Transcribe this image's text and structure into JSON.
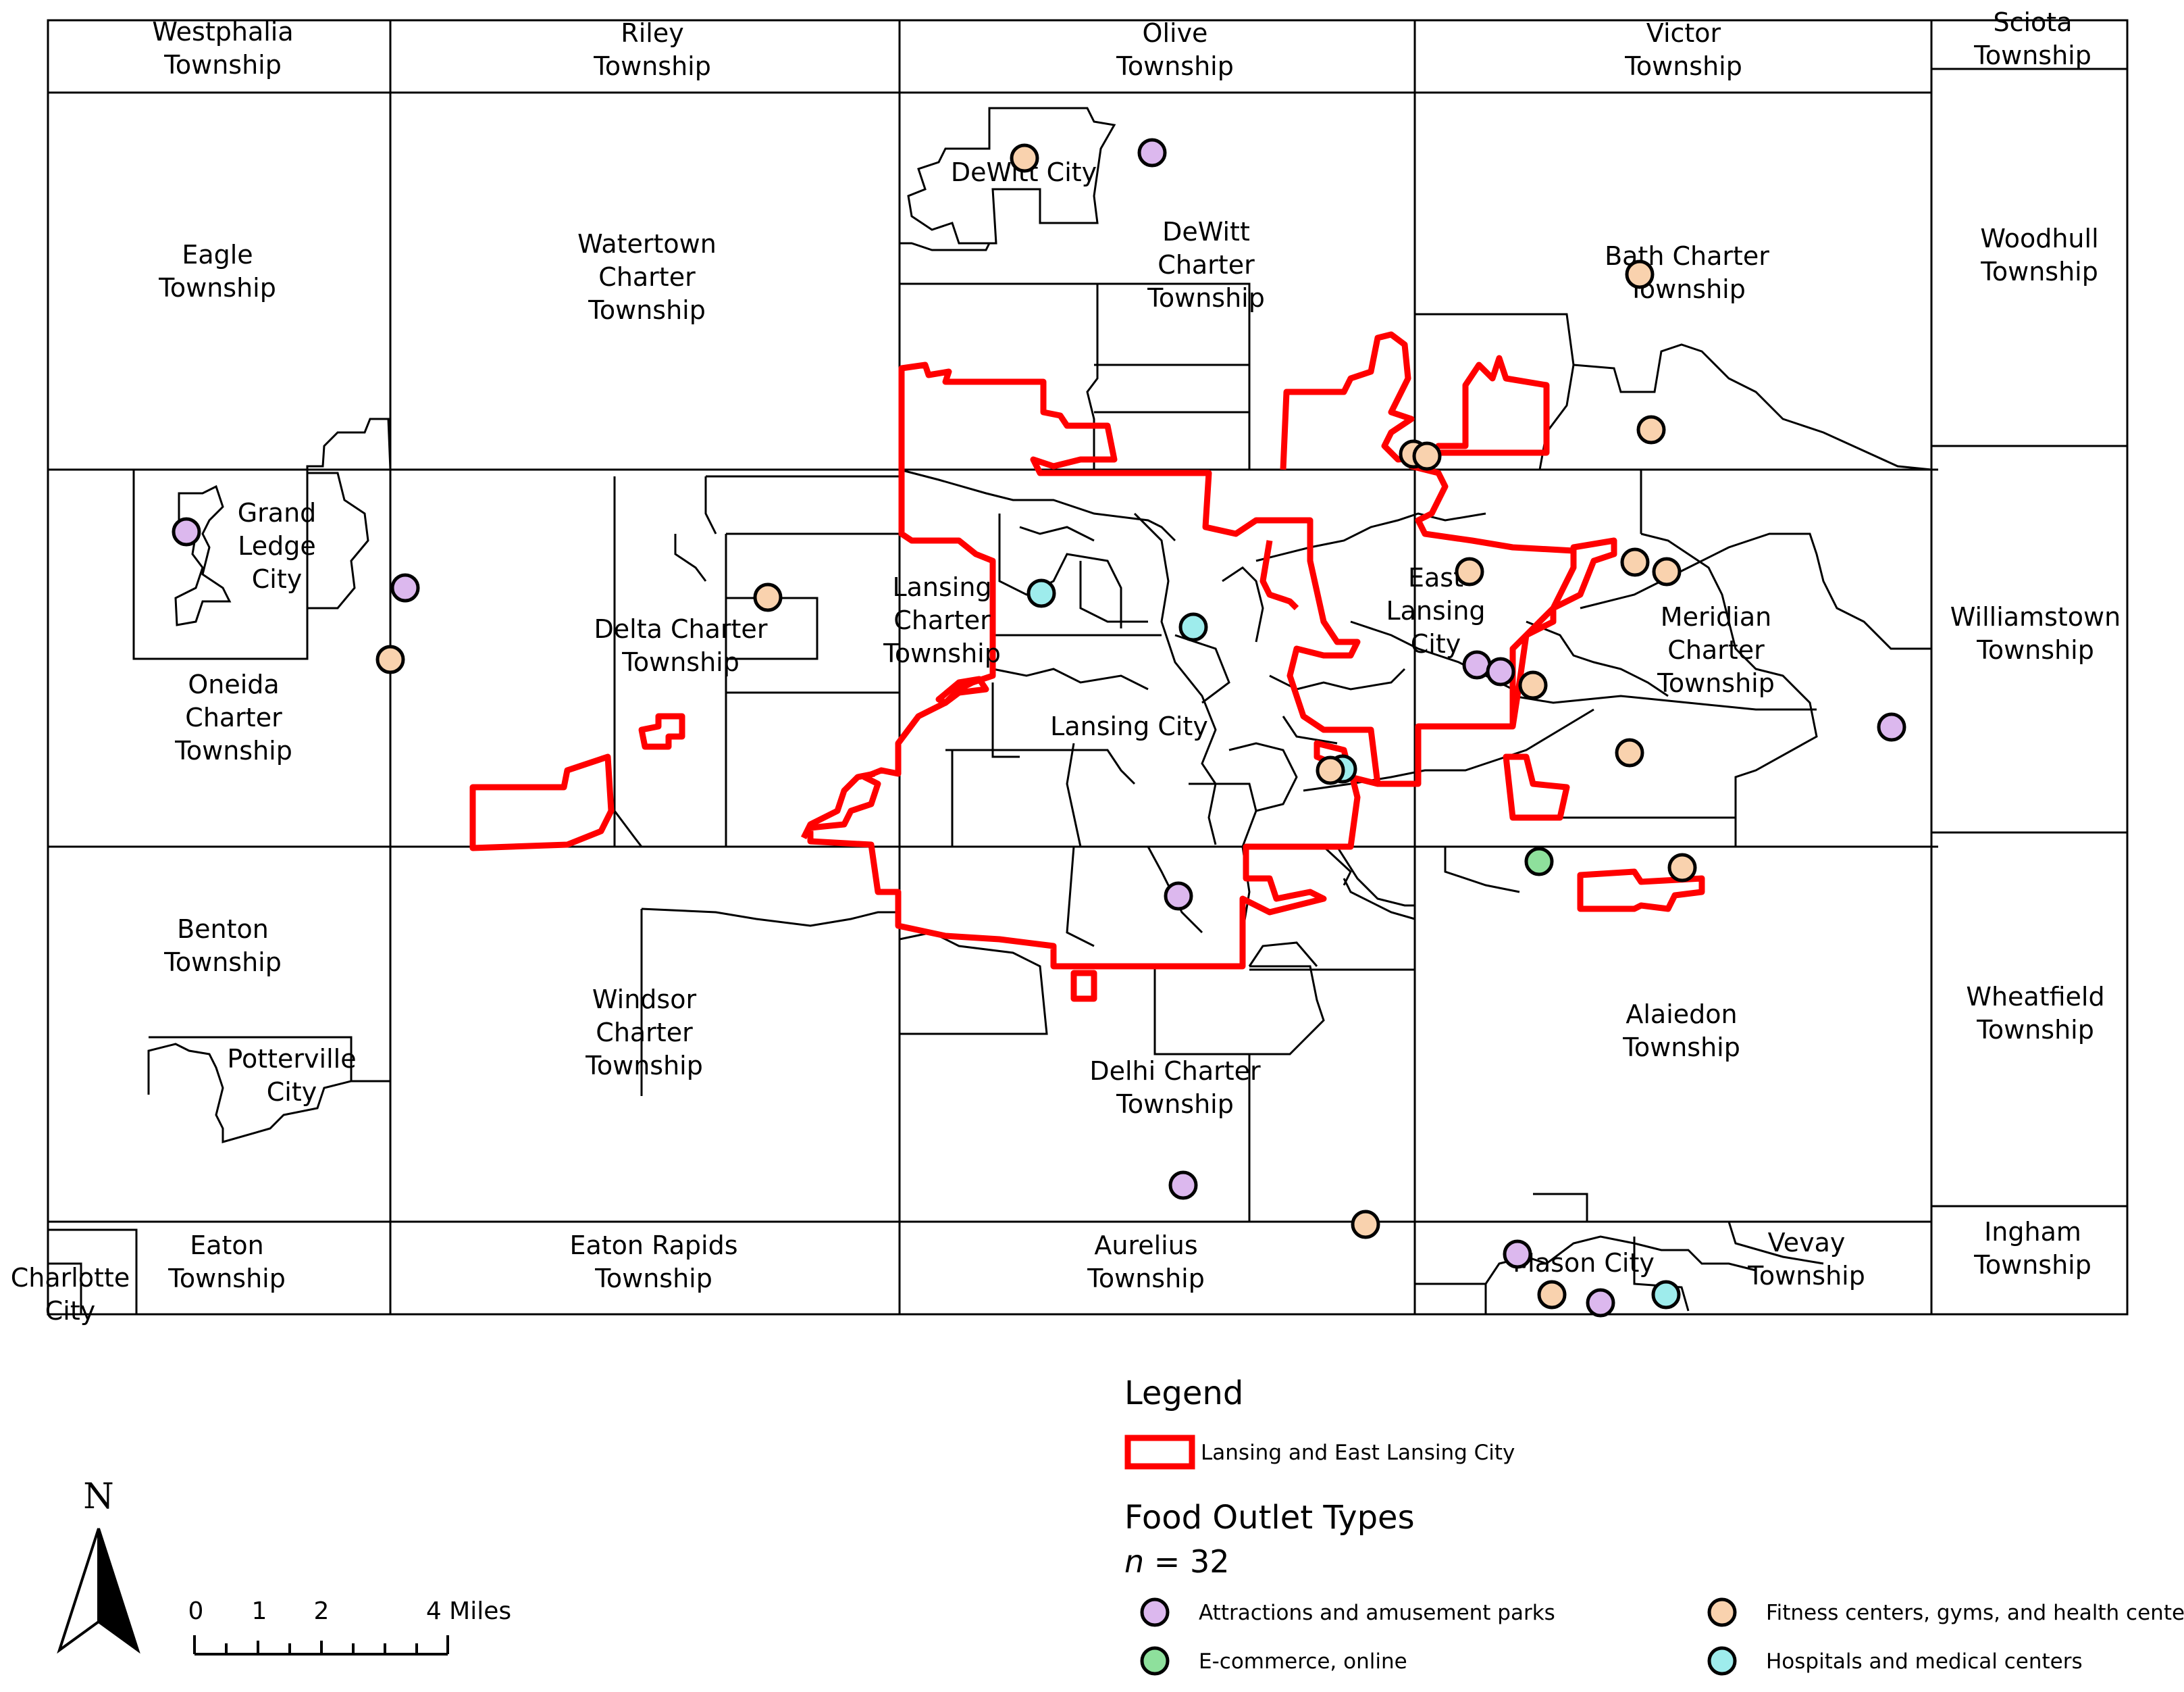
{
  "municipalities": [
    {
      "id": "westphalia",
      "lines": [
        "Westphalia",
        "Township"
      ]
    },
    {
      "id": "riley",
      "lines": [
        "Riley",
        "Township"
      ]
    },
    {
      "id": "olive",
      "lines": [
        "Olive",
        "Township"
      ]
    },
    {
      "id": "victor",
      "lines": [
        "Victor",
        "Township"
      ]
    },
    {
      "id": "sciota",
      "lines": [
        "Sciota",
        "Township"
      ]
    },
    {
      "id": "eagle",
      "lines": [
        "Eagle",
        "Township"
      ]
    },
    {
      "id": "watertown",
      "lines": [
        "Watertown",
        "Charter",
        "Township"
      ]
    },
    {
      "id": "dewitt-city",
      "lines": [
        "DeWitt City"
      ]
    },
    {
      "id": "dewitt-charter",
      "lines": [
        "DeWitt",
        "Charter",
        "Township"
      ]
    },
    {
      "id": "bath",
      "lines": [
        "Bath Charter",
        "Township"
      ]
    },
    {
      "id": "woodhull",
      "lines": [
        "Woodhull",
        "Township"
      ]
    },
    {
      "id": "grand-ledge",
      "lines": [
        "Grand",
        "Ledge",
        "City"
      ]
    },
    {
      "id": "delta",
      "lines": [
        "Delta Charter",
        "Township"
      ]
    },
    {
      "id": "lansing-charter",
      "lines": [
        "Lansing",
        "Charter",
        "Township"
      ]
    },
    {
      "id": "east-lansing",
      "lines": [
        "East",
        "Lansing",
        "City"
      ]
    },
    {
      "id": "meridian",
      "lines": [
        "Meridian",
        "Charter",
        "Township"
      ]
    },
    {
      "id": "williamstown",
      "lines": [
        "Williamstown",
        "Township"
      ]
    },
    {
      "id": "oneida",
      "lines": [
        "Oneida",
        "Charter",
        "Township"
      ]
    },
    {
      "id": "lansing-city",
      "lines": [
        "Lansing City"
      ]
    },
    {
      "id": "benton",
      "lines": [
        "Benton",
        "Township"
      ]
    },
    {
      "id": "windsor",
      "lines": [
        "Windsor",
        "Charter",
        "Township"
      ]
    },
    {
      "id": "alaiedon",
      "lines": [
        "Alaiedon",
        "Township"
      ]
    },
    {
      "id": "wheatfield",
      "lines": [
        "Wheatfield",
        "Township"
      ]
    },
    {
      "id": "potterville",
      "lines": [
        "Potterville",
        "City"
      ]
    },
    {
      "id": "delhi",
      "lines": [
        "Delhi Charter",
        "Township"
      ]
    },
    {
      "id": "eaton",
      "lines": [
        "Eaton",
        "Township"
      ]
    },
    {
      "id": "eaton-rapids",
      "lines": [
        "Eaton Rapids",
        "Township"
      ]
    },
    {
      "id": "aurelius",
      "lines": [
        "Aurelius",
        "Township"
      ]
    },
    {
      "id": "mason",
      "lines": [
        "Mason City"
      ]
    },
    {
      "id": "vevay",
      "lines": [
        "Vevay",
        "Township"
      ]
    },
    {
      "id": "ingham",
      "lines": [
        "Ingham",
        "Township"
      ]
    },
    {
      "id": "charlotte",
      "lines": [
        "Charlotte",
        "City"
      ]
    }
  ],
  "legend": {
    "title": "Legend",
    "boundary_label": "Lansing and East Lansing City",
    "boundary_color": "#ff0000",
    "outlet_title": "Food Outlet Types",
    "n_symbol": "n",
    "n_rest": " = 32",
    "categories": [
      {
        "id": "attractions",
        "label": "Attractions and amusement parks",
        "color": "#dcb8ee"
      },
      {
        "id": "ecommerce",
        "label": "E-commerce, online",
        "color": "#8ee09c"
      },
      {
        "id": "fitness",
        "label": "Fitness centers, gyms, and health centers",
        "color": "#f9d2ae"
      },
      {
        "id": "hospitals",
        "label": "Hospitals and medical centers",
        "color": "#9eecec"
      }
    ]
  },
  "north_arrow": {
    "label": "N",
    "icon": "north-arrow-icon"
  },
  "scale_bar": {
    "ticks": [
      "0",
      "1",
      "2",
      "4 Miles"
    ]
  },
  "food_outlets": [
    {
      "type": "fitness"
    },
    {
      "type": "attractions"
    },
    {
      "type": "fitness"
    },
    {
      "type": "fitness"
    },
    {
      "type": "attractions"
    },
    {
      "type": "attractions"
    },
    {
      "type": "fitness"
    },
    {
      "type": "fitness"
    },
    {
      "type": "hospitals"
    },
    {
      "type": "hospitals"
    },
    {
      "type": "fitness"
    },
    {
      "type": "fitness"
    },
    {
      "type": "fitness"
    },
    {
      "type": "fitness"
    },
    {
      "type": "attractions"
    },
    {
      "type": "fitness"
    },
    {
      "type": "fitness"
    },
    {
      "type": "attractions"
    },
    {
      "type": "hospitals"
    },
    {
      "type": "ecommerce"
    },
    {
      "type": "fitness"
    },
    {
      "type": "attractions"
    },
    {
      "type": "attractions"
    },
    {
      "type": "fitness"
    },
    {
      "type": "attractions"
    },
    {
      "type": "fitness"
    },
    {
      "type": "attractions"
    },
    {
      "type": "hospitals"
    },
    {
      "type": "fitness"
    },
    {
      "type": "attractions"
    },
    {
      "type": "fitness"
    }
  ]
}
